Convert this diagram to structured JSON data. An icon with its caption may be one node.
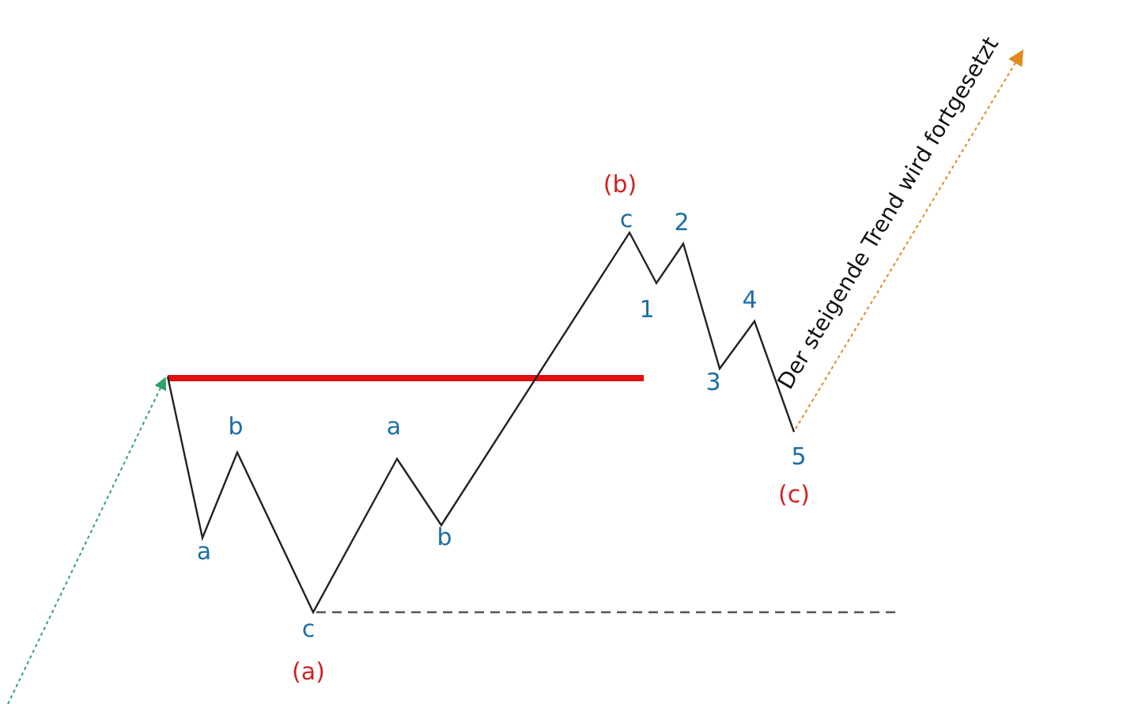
{
  "diagram": {
    "labels": [
      "Der steigende Trend wird fortgesetzt",
      "(b)",
      "c",
      "2",
      "4",
      "1",
      "3",
      "b",
      "a",
      "5",
      "(c)",
      "b",
      "a",
      "c",
      "(a)"
    ]
  }
}
